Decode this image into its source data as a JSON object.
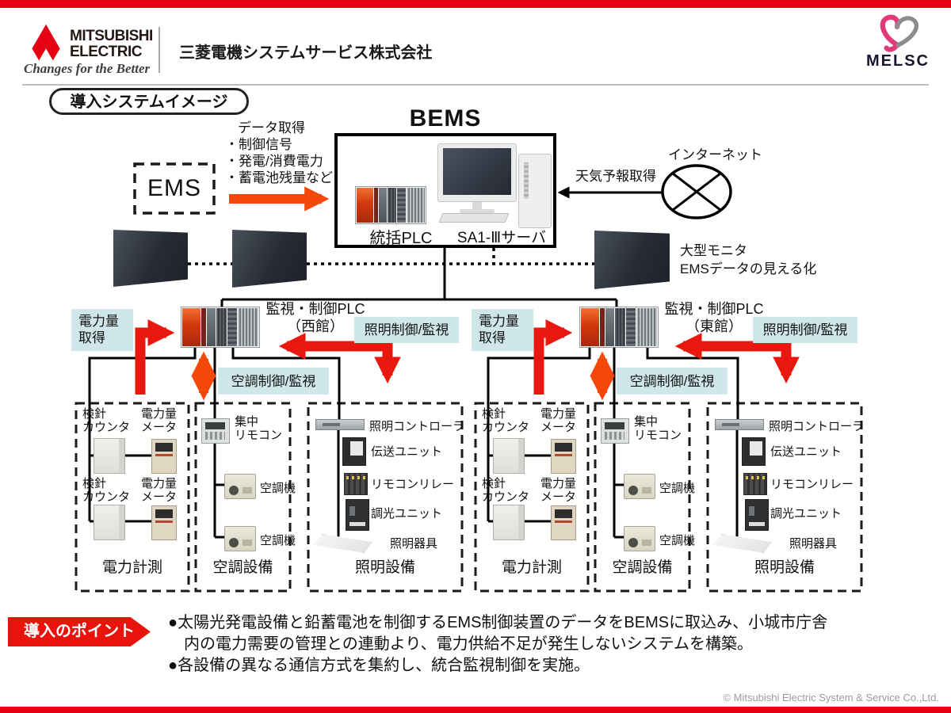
{
  "header": {
    "brand_line1": "MITSUBISHI",
    "brand_line2": "ELECTRIC",
    "tagline": "Changes for the Better",
    "company": "三菱電機システムサービス株式会社",
    "melsc_logo": "MELSC"
  },
  "title_badge": "導入システムイメージ",
  "bems": {
    "title": "BEMS",
    "plc_label": "統括PLC",
    "server_label": "SA1-Ⅲサーバ"
  },
  "ems_label": "EMS",
  "data_acquisition": {
    "title": "データ取得",
    "items": [
      "・制御信号",
      "・発電/消費電力",
      "・蓄電池残量など"
    ]
  },
  "internet": {
    "label": "インターネット",
    "weather": "天気予報取得"
  },
  "big_monitor": {
    "line1": "大型モニタ",
    "line2": "EMSデータの見える化"
  },
  "west": {
    "plc_line1": "監視・制御PLC",
    "plc_line2": "（西館）",
    "power_line1": "電力量",
    "power_line2": "取得",
    "lighting": "照明制御/監視",
    "hvac": "空調制御/監視"
  },
  "east": {
    "plc_line1": "監視・制御PLC",
    "plc_line2": "（東館）",
    "power_line1": "電力量",
    "power_line2": "取得",
    "lighting": "照明制御/監視",
    "hvac": "空調制御/監視"
  },
  "equipment": {
    "power": {
      "title": "電力計測",
      "counter_line1": "検針",
      "counter_line2": "カウンタ",
      "meter_line1": "電力量",
      "meter_line2": "メータ"
    },
    "hvac": {
      "title": "空調設備",
      "remote_line1": "集中",
      "remote_line2": "リモコン",
      "ac": "空調機"
    },
    "lighting": {
      "title": "照明設備",
      "controller": "照明コントローラ",
      "transmission": "伝送ユニット",
      "relay": "リモコンリレー",
      "dimmer": "調光ユニット",
      "fixture": "照明器具"
    }
  },
  "points": {
    "badge": "導入のポイント",
    "bullet1_line1": "●太陽光発電設備と鉛蓄電池を制御するEMS制御装置のデータをBEMSに取込み、小城市庁舎",
    "bullet1_line2": "内の電力需要の管理との連動より、電力供給不足が発生しないシステムを構築。",
    "bullet2": "●各設備の異なる通信方式を集約し、統合監視制御を実施。"
  },
  "footer": {
    "copyright": "© Mitsubishi Electric System & Service Co.,Ltd."
  },
  "colors": {
    "brand_red": "#e60012",
    "label_blue": "#cfe7ea",
    "arrow_red": "#e8180e",
    "arrow_orange": "#f4480a",
    "line_black": "#000000"
  }
}
